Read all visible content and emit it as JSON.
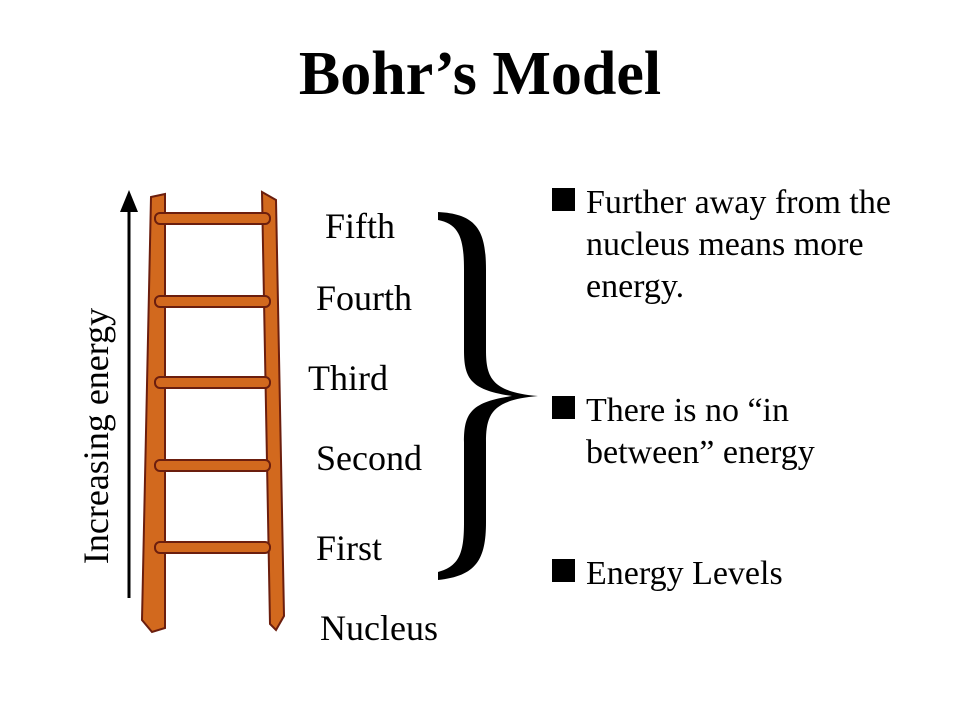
{
  "slide": {
    "title": "Bohr’s Model"
  },
  "axis": {
    "label": "Increasing energy"
  },
  "levels": {
    "fifth": "Fifth",
    "fourth": "Fourth",
    "third": "Third",
    "second": "Second",
    "first": "First",
    "nucleus": "Nucleus"
  },
  "bullets": [
    {
      "text": "Further away from the nucleus means more energy."
    },
    {
      "text": "There is no “in between” energy"
    },
    {
      "text": "Energy Levels"
    }
  ],
  "colors": {
    "ladder_wood": "#d2691e",
    "ladder_outline": "#6b1e0e",
    "text": "#000000",
    "background": "#ffffff"
  }
}
